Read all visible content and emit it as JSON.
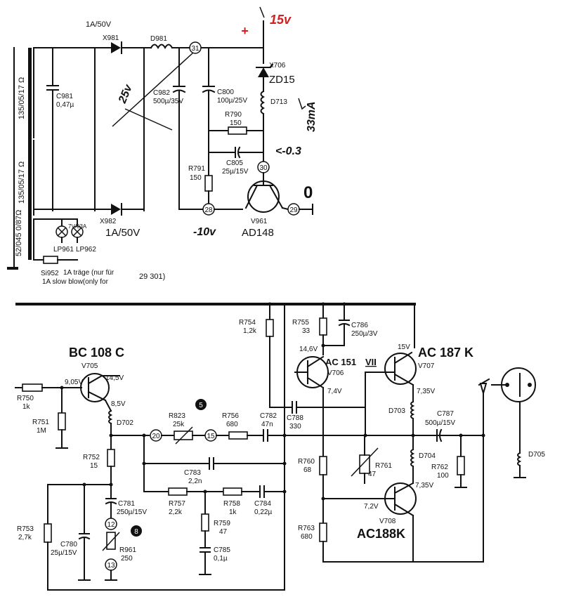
{
  "top": {
    "red_plus": "+",
    "red_voltage": "15v",
    "d_x981_rating": "1A/50V",
    "d_x981": "X981",
    "d_d981": "D981",
    "node_31": "31",
    "c981": "C981",
    "c981_val": "0,47µ",
    "c982": "C982",
    "c982_val": "500µ/35V",
    "c800": "C800",
    "c800_val": "100µ/25V",
    "r790": "R790",
    "r790_val": "150",
    "c805": "C805",
    "c805_val": "25µ/15V",
    "r791": "R791",
    "r791_val": "150",
    "zener_x706": "X706",
    "zener_name": "ZD15",
    "d713": "D713",
    "current": "33mA",
    "v_minus03": "<-0.3",
    "voltage_25v": "25v",
    "node_30": "30",
    "node_28": "28",
    "node_29": "29",
    "zero": "0",
    "v961": "V961",
    "ad148": "AD148",
    "minus10v": "-10v",
    "d_x982": "X982",
    "d_x982_rating": "1A/50V",
    "lamp_rating": "7V/03A",
    "lp961": "LP961",
    "lp962": "LP962",
    "si952": "Si952",
    "fuse_de": "1A träge (nur für",
    "fuse_en": "1A slow blow(only for",
    "fuse_model": "29 301)",
    "transformer_w1": "135/05/17 Ω",
    "transformer_w2": "135/05/17 Ω",
    "transformer_w3": "52/045 0/87Ω"
  },
  "bottom": {
    "bc108c": "BC 108 C",
    "v705": "V705",
    "v705_c": "14,5V",
    "v705_b": "9,05V",
    "v705_e": "8,5V",
    "r750": "R750",
    "r750_val": "1k",
    "r751": "R751",
    "r751_val": "1M",
    "d702": "D702",
    "r752": "R752",
    "r752_val": "15",
    "r753": "R753",
    "r753_val": "2,7k",
    "c780": "C780",
    "c780_val": "25µ/15V",
    "c781": "C781",
    "c781_val": "250µ/15V",
    "node_12": "12",
    "node_13": "13",
    "badge_8": "8",
    "badge_5": "5",
    "r961": "R961",
    "r961_val": "250",
    "node_20": "20",
    "node_15": "15",
    "r823": "R823",
    "r823_val": "25k",
    "r756": "R756",
    "r756_val": "680",
    "c782": "C782",
    "c782_val": "47n",
    "c788": "C788",
    "c788_val": "330",
    "c783": "C783",
    "c783_val": "2,2n",
    "r757": "R757",
    "r757_val": "2,2k",
    "r758": "R758",
    "r758_val": "1k",
    "c784": "C784",
    "c784_val": "0,22µ",
    "r759": "R759",
    "r759_val": "47",
    "c785": "C785",
    "c785_val": "0,1µ",
    "r754": "R754",
    "r754_val": "1,2k",
    "r755": "R755",
    "r755_val": "33",
    "c786": "C786",
    "c786_val": "250µ/3V",
    "ac151": "AC 151",
    "ac151_suffix": "VII",
    "v706": "V706",
    "v706_c": "14,6V",
    "v706_e": "7,4V",
    "ac187": "AC 187 K",
    "v707": "V707",
    "v707_c": "15V",
    "v707_e": "7,35V",
    "d703": "D703",
    "c787": "C787",
    "c787_val": "500µ/15V",
    "d704": "D704",
    "r760": "R760",
    "r760_val": "68",
    "r761": "R761",
    "r761_val": "47",
    "r762": "R762",
    "r762_val": "100",
    "r763": "R763",
    "r763_val": "680",
    "ac188": "AC188K",
    "v708": "V708",
    "v708_c": "7,35V",
    "v708_b": "7,2V",
    "d705": "D705"
  }
}
